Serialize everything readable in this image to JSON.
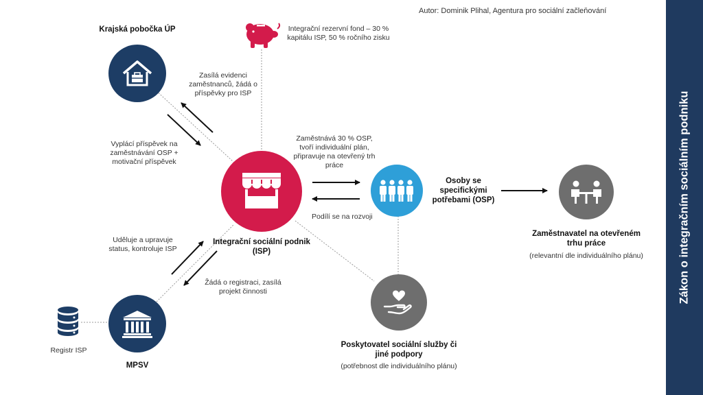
{
  "author": "Autor: Dominik Plihal, Agentura pro sociální začleňování",
  "side_title": "Zákon o integračním sociálním podniku",
  "colors": {
    "navy": "#1d3d65",
    "red": "#d31b4b",
    "blue": "#2e9fd8",
    "gray": "#6e6e6e",
    "sidebar": "#1f3a5f"
  },
  "nodes": {
    "up": {
      "title": "Krajská pobočka ÚP",
      "icon": "house-briefcase-icon"
    },
    "isp": {
      "title": "Integrační sociální podnik (ISP)",
      "icon": "market-stall-icon"
    },
    "mpsv": {
      "title": "MPSV",
      "icon": "government-building-icon"
    },
    "osp": {
      "title": "Osoby se specifickými potřebami (OSP)",
      "icon": "people-group-icon"
    },
    "employer": {
      "title": "Zaměstnavatel na otevřeném trhu práce",
      "note": "(relevantní dle individuálního plánu)",
      "icon": "meeting-table-icon"
    },
    "provider": {
      "title": "Poskytovatel sociální služby či jiné podpory",
      "note": "(potřebnost dle individuálního plánu)",
      "icon": "hand-heart-icon"
    },
    "registry": {
      "title": "Registr ISP",
      "icon": "database-icon"
    },
    "fund": {
      "title": "Integrační rezervní fond – 30 % kapitálu ISP, 50 % ročního zisku",
      "icon": "piggy-bank-icon"
    }
  },
  "flows": {
    "isp_to_up": "Zasílá evidenci zaměstnanců, žádá o příspěvky pro ISP",
    "up_to_isp": "Vyplácí příspěvek na zaměstnávání OSP + motivační příspěvek",
    "isp_to_osp": "Zaměstnává 30 % OSP, tvoří individuální plán, připravuje na otevřený trh práce",
    "osp_to_isp": "Podílí se na rozvoji",
    "mpsv_to_isp": "Uděluje a upravuje status, kontroluje ISP",
    "isp_to_mpsv": "Žádá o registraci, zasílá projekt činnosti"
  }
}
